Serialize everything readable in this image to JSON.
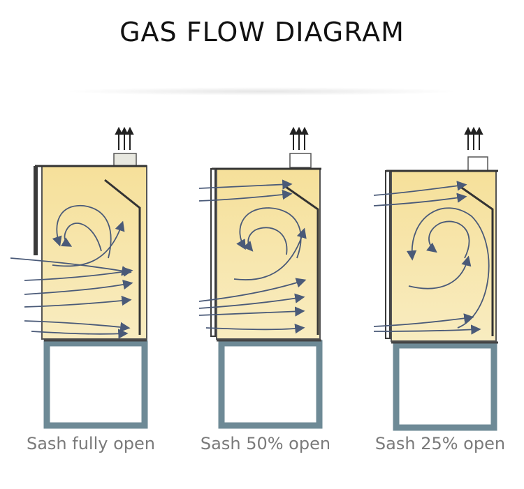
{
  "title": "GAS FLOW DIAGRAM",
  "panels": [
    {
      "caption": "Sash fully open"
    },
    {
      "caption": "Sash 50% open"
    },
    {
      "caption": "Sash 25% open"
    }
  ],
  "colors": {
    "interior": "#f6e09a",
    "frame": "#3a3a3a",
    "stand": "#6e8a96",
    "arrow": "#4a5a78"
  }
}
